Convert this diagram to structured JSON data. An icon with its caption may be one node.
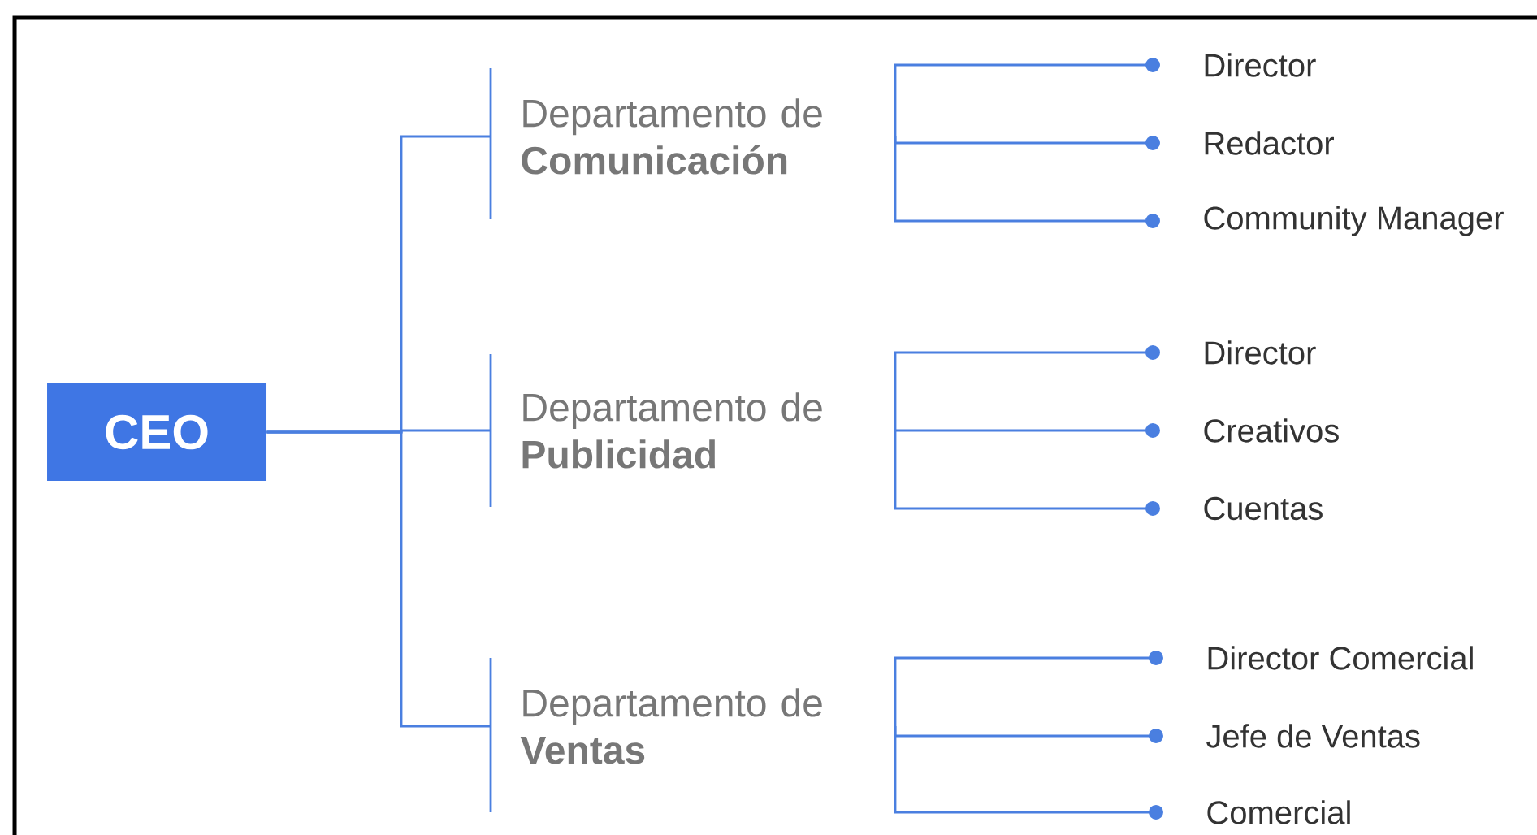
{
  "diagram": {
    "nodes": [
      {
        "text": [
          "CEO"
        ]
      },
      {
        "text": [
          "Departamento de **Comunicación**"
        ]
      },
      {
        "text": [
          "Director"
        ]
      },
      {
        "text": [
          "Redactor"
        ]
      },
      {
        "text": [
          "Community Manager"
        ]
      },
      {
        "text": [
          "Departamento de **Publicidad**"
        ]
      },
      {
        "text": [
          "Director"
        ]
      },
      {
        "text": [
          "Creativos"
        ]
      },
      {
        "text": [
          "Cuentas"
        ]
      },
      {
        "text": [
          "Departamento de **Ventas**"
        ]
      },
      {
        "text": [
          "Director Comercial"
        ]
      },
      {
        "text": [
          "Jefe de Ventas"
        ]
      },
      {
        "text": [
          "Comercial"
        ]
      }
    ],
    "edges": [
      {
        "from": 0,
        "to": 1,
        "arrow": "none"
      },
      {
        "from": 0,
        "to": 5,
        "arrow": "none"
      },
      {
        "from": 0,
        "to": 9,
        "arrow": "none"
      },
      {
        "from": 1,
        "to": 2,
        "arrow": "other"
      },
      {
        "from": 1,
        "to": 3,
        "arrow": "other"
      },
      {
        "from": 1,
        "to": 4,
        "arrow": "other"
      },
      {
        "from": 5,
        "to": 6,
        "arrow": "other"
      },
      {
        "from": 5,
        "to": 7,
        "arrow": "other"
      },
      {
        "from": 5,
        "to": 8,
        "arrow": "other"
      },
      {
        "from": 9,
        "to": 10,
        "arrow": "other"
      },
      {
        "from": 9,
        "to": 11,
        "arrow": "other"
      },
      {
        "from": 9,
        "to": 12,
        "arrow": "other"
      }
    ]
  }
}
